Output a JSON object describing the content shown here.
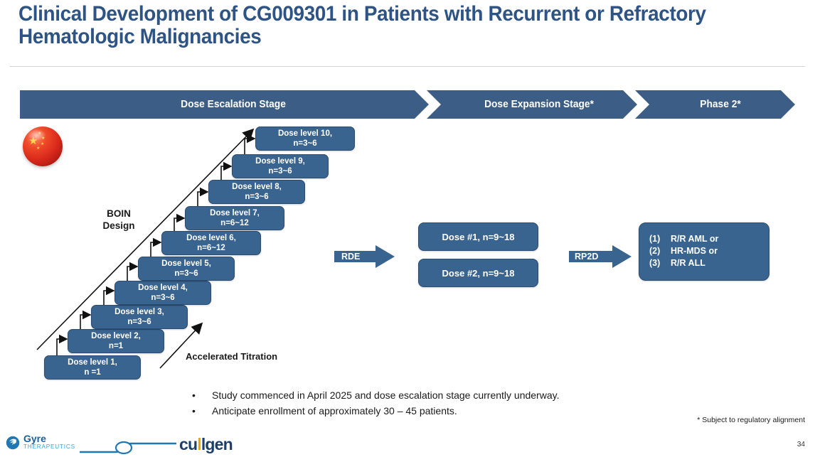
{
  "title": "Clinical Development of CG009301 in Patients with Recurrent or Refractory Hematologic Malignancies",
  "banner": {
    "stages": [
      {
        "label": "Dose Escalation Stage"
      },
      {
        "label": "Dose Expansion Stage*"
      },
      {
        "label": "Phase 2*"
      }
    ]
  },
  "labels": {
    "boin_line1": "BOIN",
    "boin_line2": "Design",
    "accelerated_titration": "Accelerated Titration"
  },
  "dose_levels": [
    {
      "name": "Dose level 1,",
      "n": "n =1"
    },
    {
      "name": "Dose level 2,",
      "n": "n=1"
    },
    {
      "name": "Dose level 3,",
      "n": "n=3~6"
    },
    {
      "name": "Dose level 4,",
      "n": "n=3~6"
    },
    {
      "name": "Dose level 5,",
      "n": "n=3~6"
    },
    {
      "name": "Dose level 6,",
      "n": "n=6~12"
    },
    {
      "name": "Dose level 7,",
      "n": "n=6~12"
    },
    {
      "name": "Dose level 8,",
      "n": "n=3~6"
    },
    {
      "name": "Dose level 9,",
      "n": "n=3~6"
    },
    {
      "name": "Dose level 10,",
      "n": "n=3~6"
    }
  ],
  "transitions": {
    "rde": "RDE",
    "rp2d": "RP2D"
  },
  "expansion_doses": [
    {
      "label": "Dose #1, n=9~18"
    },
    {
      "label": "Dose #2, n=9~18"
    }
  ],
  "phase2_indications": [
    {
      "num": "(1)",
      "text": "R/R AML or"
    },
    {
      "num": "(2)",
      "text": "HR-MDS or"
    },
    {
      "num": "(3)",
      "text": "R/R ALL"
    }
  ],
  "bullets": [
    {
      "marker": "•",
      "text": "Study commenced in April 2025 and dose escalation stage currently underway."
    },
    {
      "marker": "•",
      "text": "Anticipate enrollment of approximately 30 – 45 patients."
    }
  ],
  "footnote": "* Subject to regulatory alignment",
  "page_number": "34",
  "logos": {
    "gyre_name": "Gyre",
    "gyre_sub": "THERAPEUTICS",
    "cullgen_pre": "cu",
    "cullgen_accent": "l",
    "cullgen_post": "lgen"
  },
  "colors": {
    "brand_blue": "#3A6490",
    "banner_blue": "#3C5E86",
    "title_blue": "#2E5385"
  }
}
